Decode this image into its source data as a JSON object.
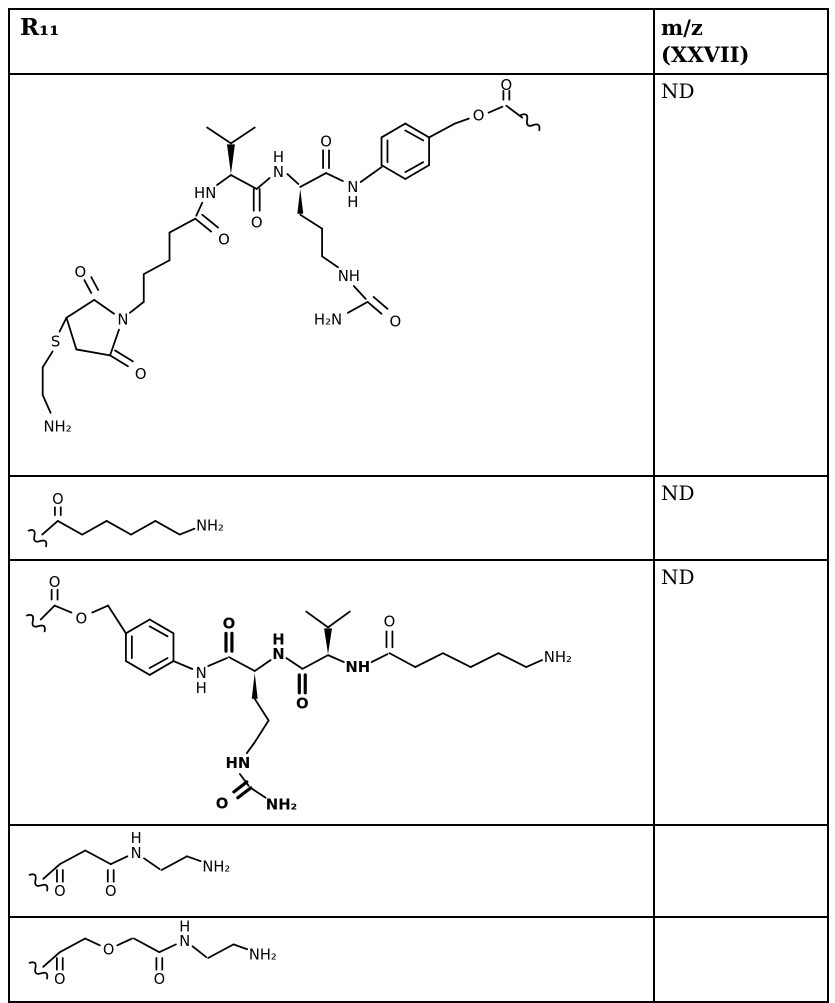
{
  "page": {
    "background": "#ffffff",
    "line_color": "#000000"
  },
  "table": {
    "header": {
      "col1": "R₁₁",
      "col2_line1": "m/z",
      "col2_line2": "(XXVII)"
    },
    "rows": [
      {
        "mz": "ND",
        "labels": {
          "hn": "HN",
          "o_chain": "O",
          "n_succ": "N",
          "o_succ_top": "O",
          "o_succ_bottom": "O",
          "s": "S",
          "nh2_cys": "NH₂",
          "o_val": "O",
          "h_cit": "H",
          "n_cit": "N",
          "o_cit": "O",
          "n_pab": "N",
          "h_pab": "H",
          "o_ester": "O",
          "o_carb": "O",
          "nh_side": "NH",
          "h2n_urea": "H₂N",
          "o_urea": "O"
        }
      },
      {
        "mz": "ND",
        "labels": {
          "o": "O",
          "nh2": "NH₂"
        }
      },
      {
        "mz": "ND",
        "labels": {
          "o_carb": "O",
          "o_ester": "O",
          "n_pab": "N",
          "h_pab": "H",
          "o_amide1": "O",
          "h_cit": "H",
          "n_cit": "N",
          "o_amide2": "O",
          "nh_val": "NH",
          "o_amide3": "O",
          "nh2_chain": "NH₂",
          "hn_urea": "HN",
          "o_urea": "O",
          "nh2_urea": "NH₂"
        }
      },
      {
        "mz": "",
        "labels": {
          "o1": "O",
          "o2": "O",
          "h": "H",
          "n": "N",
          "nh2": "NH₂"
        }
      },
      {
        "mz": "",
        "labels": {
          "o1": "O",
          "o_ether": "O",
          "o2": "O",
          "h": "H",
          "n": "N",
          "nh2": "NH₂"
        }
      }
    ]
  }
}
